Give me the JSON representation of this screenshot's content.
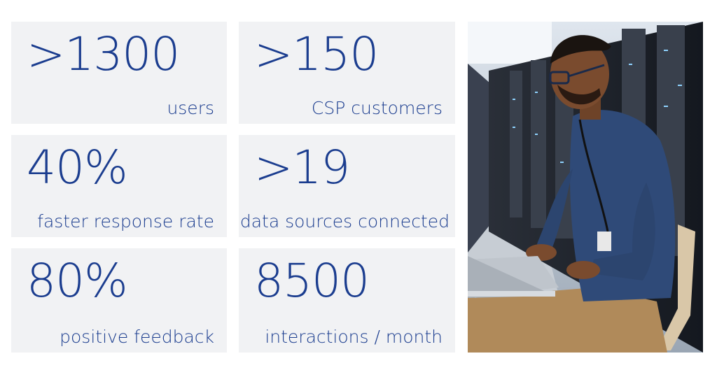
{
  "stats": [
    {
      "value": ">1300",
      "label": "users"
    },
    {
      "value": ">150",
      "label": "CSP customers"
    },
    {
      "value": "40%",
      "label": "faster response rate"
    },
    {
      "value": ">19",
      "label": "data sources connected"
    },
    {
      "value": "80%",
      "label": "positive feedback"
    },
    {
      "value": "8500",
      "label": "interactions / month"
    }
  ],
  "colors": {
    "accent": "#1b3d8f",
    "card_bg": "#f1f2f4"
  }
}
